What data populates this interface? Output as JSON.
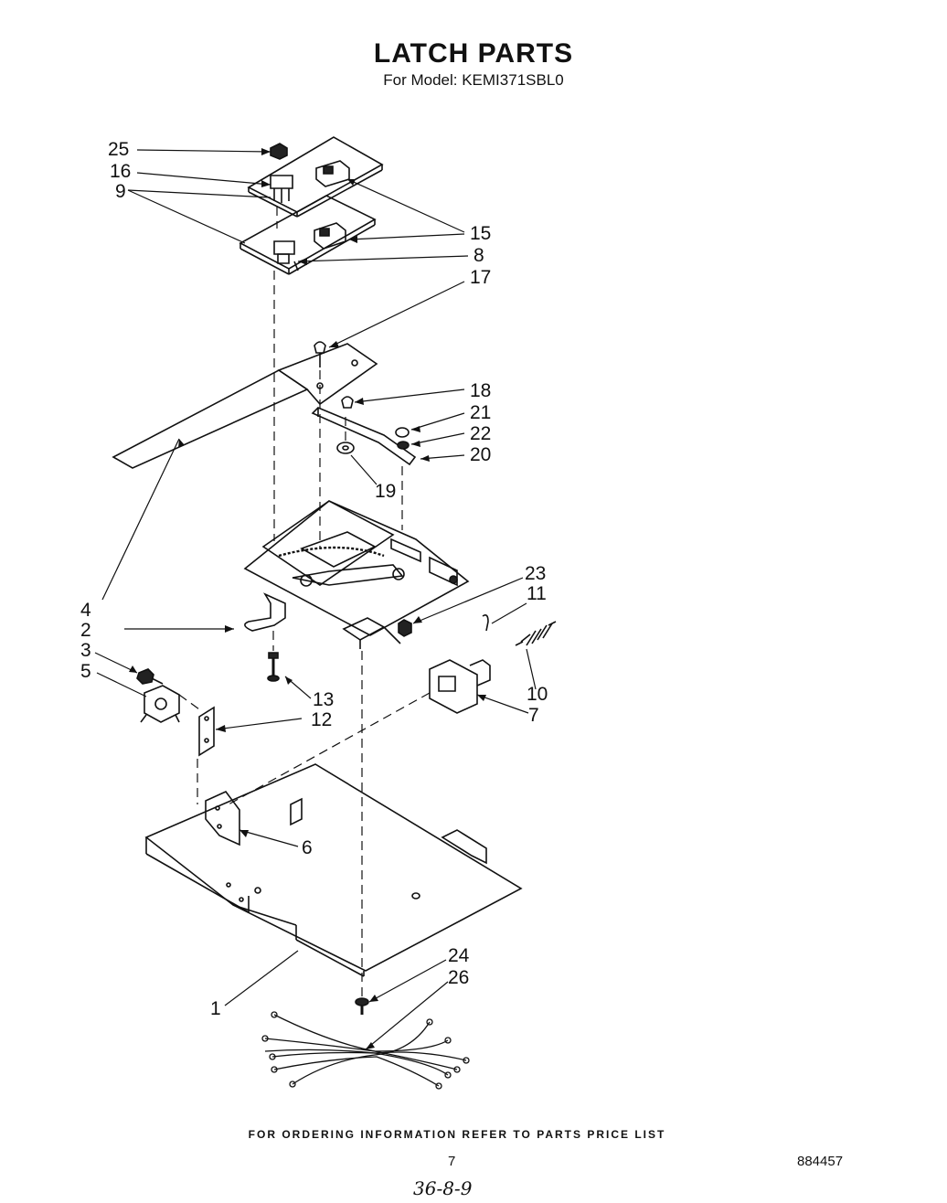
{
  "header": {
    "title": "LATCH PARTS",
    "model": "For Model: KEMI371SBL0"
  },
  "callouts": [
    "25",
    "16",
    "9",
    "15",
    "8",
    "17",
    "18",
    "21",
    "22",
    "20",
    "19",
    "4",
    "2",
    "3",
    "5",
    "23",
    "11",
    "13",
    "12",
    "10",
    "7",
    "6",
    "24",
    "26",
    "1"
  ],
  "footer": {
    "ordering_note": "FOR ORDERING INFORMATION REFER TO PARTS PRICE LIST",
    "page_number": "7",
    "doc_code": "884457",
    "handwritten": "36-8-9"
  }
}
